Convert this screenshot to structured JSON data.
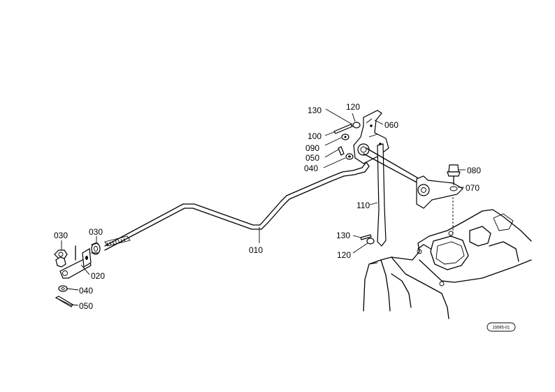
{
  "labels": {
    "p010": "010",
    "p020": "020",
    "p030a": "030",
    "p030b": "030",
    "p040a": "040",
    "p040b": "040",
    "p050a": "050",
    "p050b": "050",
    "p060": "060",
    "p070": "070",
    "p080": "080",
    "p090": "090",
    "p100": "100",
    "p110": "110",
    "p120a": "120",
    "p120b": "120",
    "p130a": "130",
    "p130b": "130"
  },
  "figure_ref": "J3095-01"
}
